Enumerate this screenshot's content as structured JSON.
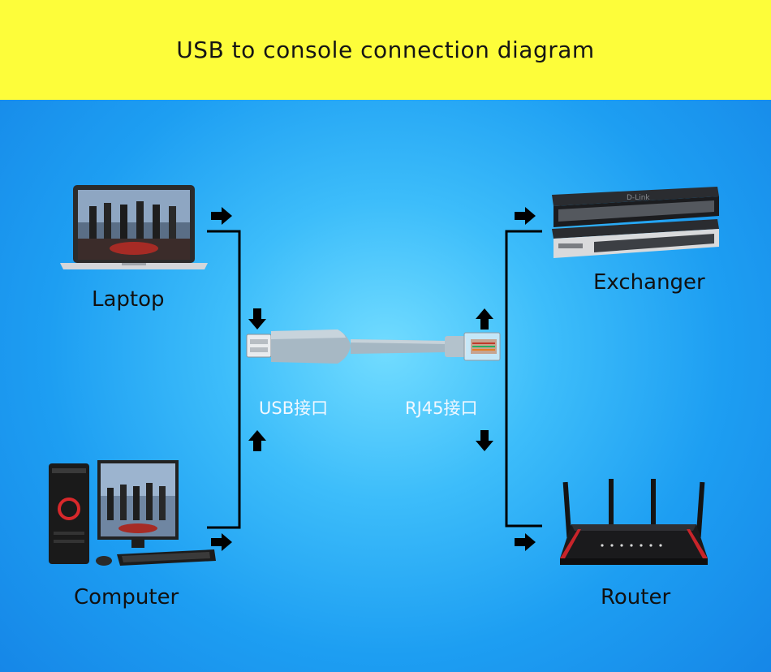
{
  "title": "USB to console connection diagram",
  "devices": {
    "laptop": "Laptop",
    "computer": "Computer",
    "exchanger": "Exchanger",
    "router": "Router"
  },
  "ports": {
    "usb": "USB接口",
    "rj45": "RJ45接口"
  },
  "colors": {
    "banner": "#fdfd3a",
    "background": "#1d9ef2",
    "cable": "#a9bcc8",
    "lines": "#000000"
  }
}
